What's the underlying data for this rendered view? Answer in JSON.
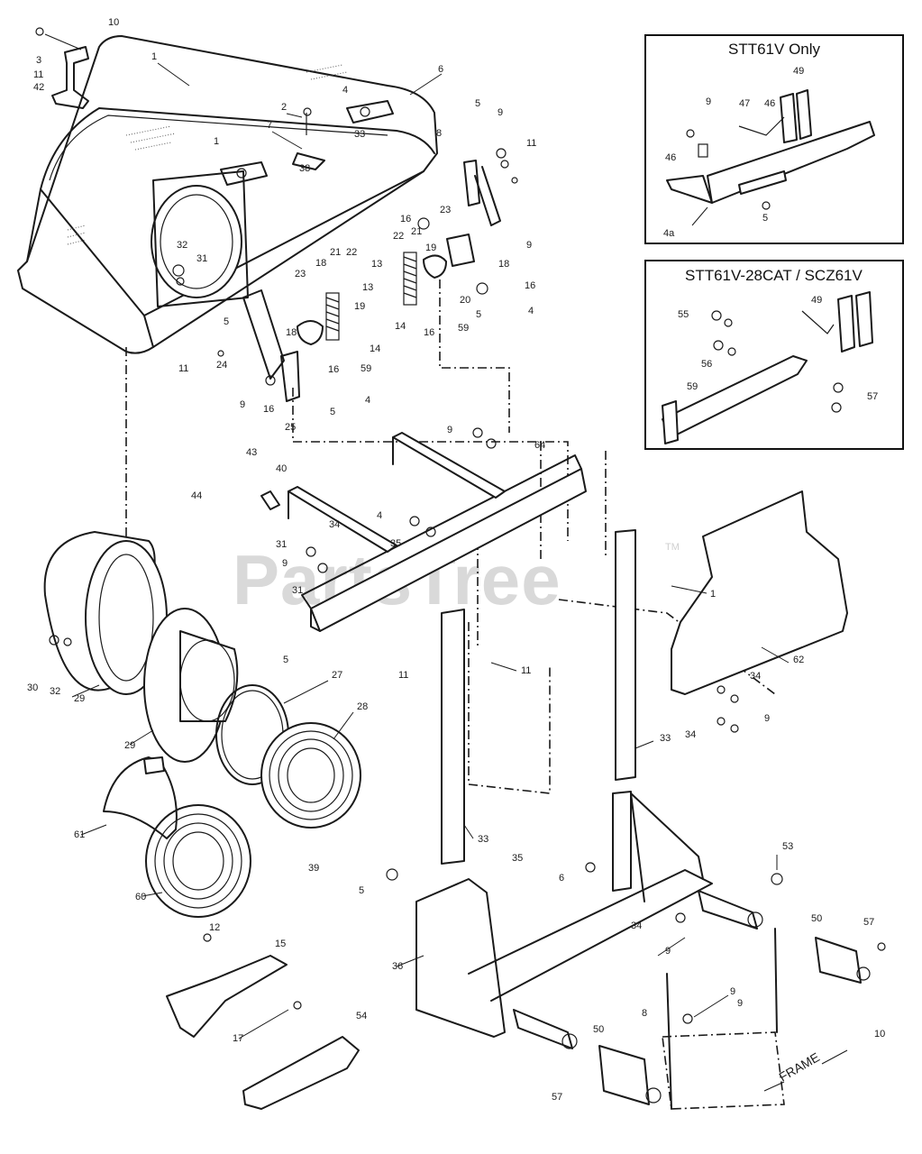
{
  "watermark": {
    "text": "PartsTree",
    "trademark": "TM"
  },
  "insets": [
    {
      "title": "STT61V Only",
      "callouts": [
        "9",
        "47",
        "46",
        "49",
        "46",
        "4a",
        "5"
      ]
    },
    {
      "title": "STT61V-28CAT / SCZ61V",
      "callouts": [
        "55",
        "49",
        "56",
        "59",
        "57"
      ]
    }
  ],
  "frame_label": "FRAME",
  "callouts": {
    "c1": "1",
    "c3": "3",
    "c11a": "11",
    "c42": "42",
    "c10": "10",
    "c2": "2",
    "c4a": "4",
    "c6": "6",
    "c7": "7",
    "c38": "38",
    "c1b": "1",
    "c33a": "33",
    "c32": "32",
    "c31": "31",
    "c5a": "5",
    "c9a": "9",
    "c11b": "11",
    "c8": "8",
    "c23a": "23",
    "c16a": "16",
    "c22a": "22",
    "c21a": "21",
    "c19a": "19",
    "c18a": "18",
    "c16b": "16",
    "c20": "20",
    "c5b": "5",
    "c4b": "4",
    "c59a": "59",
    "c16c": "16",
    "c9b": "9",
    "c21b": "21",
    "c22b": "22",
    "c18b": "18",
    "c23b": "23",
    "c13a": "13",
    "c13b": "13",
    "c19b": "19",
    "c14a": "14",
    "c14b": "14",
    "c5c": "5",
    "c24": "24",
    "c11c": "11",
    "c18c": "18",
    "c59b": "59",
    "c16d": "16",
    "c4c": "4",
    "c9c": "9",
    "c16e": "16",
    "c5d": "5",
    "c25": "25",
    "c9d": "9",
    "c64": "64",
    "c43": "43",
    "c40": "40",
    "c44": "44",
    "c34a": "34",
    "c4d": "4",
    "c35a": "35",
    "c31b": "31",
    "c9e": "9",
    "c31c": "31",
    "c5e": "5",
    "c1c": "1",
    "c11d": "11",
    "c62": "62",
    "c30": "30",
    "c32b": "32",
    "c29a": "29",
    "c29b": "29",
    "c27": "27",
    "c28": "28",
    "c34b": "34",
    "c34c": "34",
    "c9f": "9",
    "c33b": "33",
    "c11e": "11",
    "c33c": "33",
    "c61": "61",
    "c60": "60",
    "c39": "39",
    "c5f": "5",
    "c35b": "35",
    "c6b": "6",
    "c53": "53",
    "c12": "12",
    "c15": "15",
    "c17": "17",
    "c54": "54",
    "c36": "36",
    "c34d": "34",
    "c9g": "9",
    "c50a": "50",
    "c57a": "57",
    "c50b": "50",
    "c57b": "57",
    "c9h": "9",
    "c8b": "8",
    "c10b": "10",
    "c9i": "9"
  }
}
